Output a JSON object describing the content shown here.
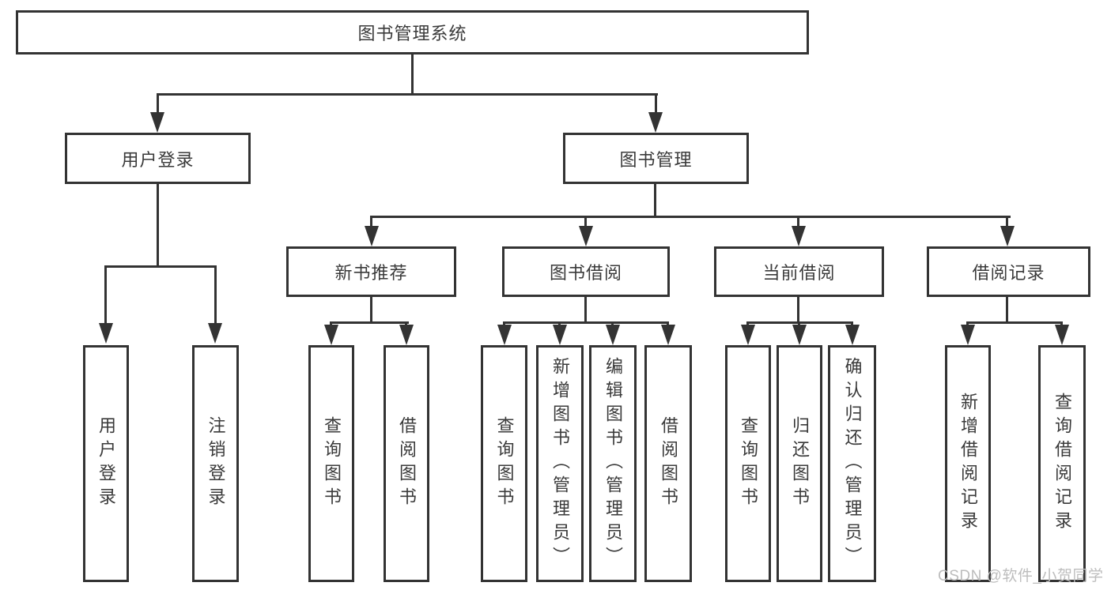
{
  "colors": {
    "line": "#333333",
    "box_border": "#333333",
    "box_background": "#ffffff",
    "label_text": "#3a3a3a",
    "watermark_text": "#bdbdbd",
    "page_background": "#ffffff"
  },
  "watermark": {
    "text": "CSDN @软件_小贺同学"
  },
  "diagram": {
    "type": "hierarchy-tree",
    "root": {
      "label": "图书管理系统"
    },
    "branches": [
      {
        "label": "用户登录",
        "children": [
          {
            "label": "用户登录"
          },
          {
            "label": "注销登录"
          }
        ]
      },
      {
        "label": "图书管理",
        "children": [
          {
            "label": "新书推荐",
            "children": [
              {
                "label": "查询图书"
              },
              {
                "label": "借阅图书"
              }
            ]
          },
          {
            "label": "图书借阅",
            "children": [
              {
                "label": "查询图书"
              },
              {
                "label": "新增图书（管理员）"
              },
              {
                "label": "编辑图书（管理员）"
              },
              {
                "label": "借阅图书"
              }
            ]
          },
          {
            "label": "当前借阅",
            "children": [
              {
                "label": "查询图书"
              },
              {
                "label": "归还图书"
              },
              {
                "label": "确认归还（管理员）"
              }
            ]
          },
          {
            "label": "借阅记录",
            "children": [
              {
                "label": "新增借阅记录"
              },
              {
                "label": "查询借阅记录"
              }
            ]
          }
        ]
      }
    ]
  }
}
